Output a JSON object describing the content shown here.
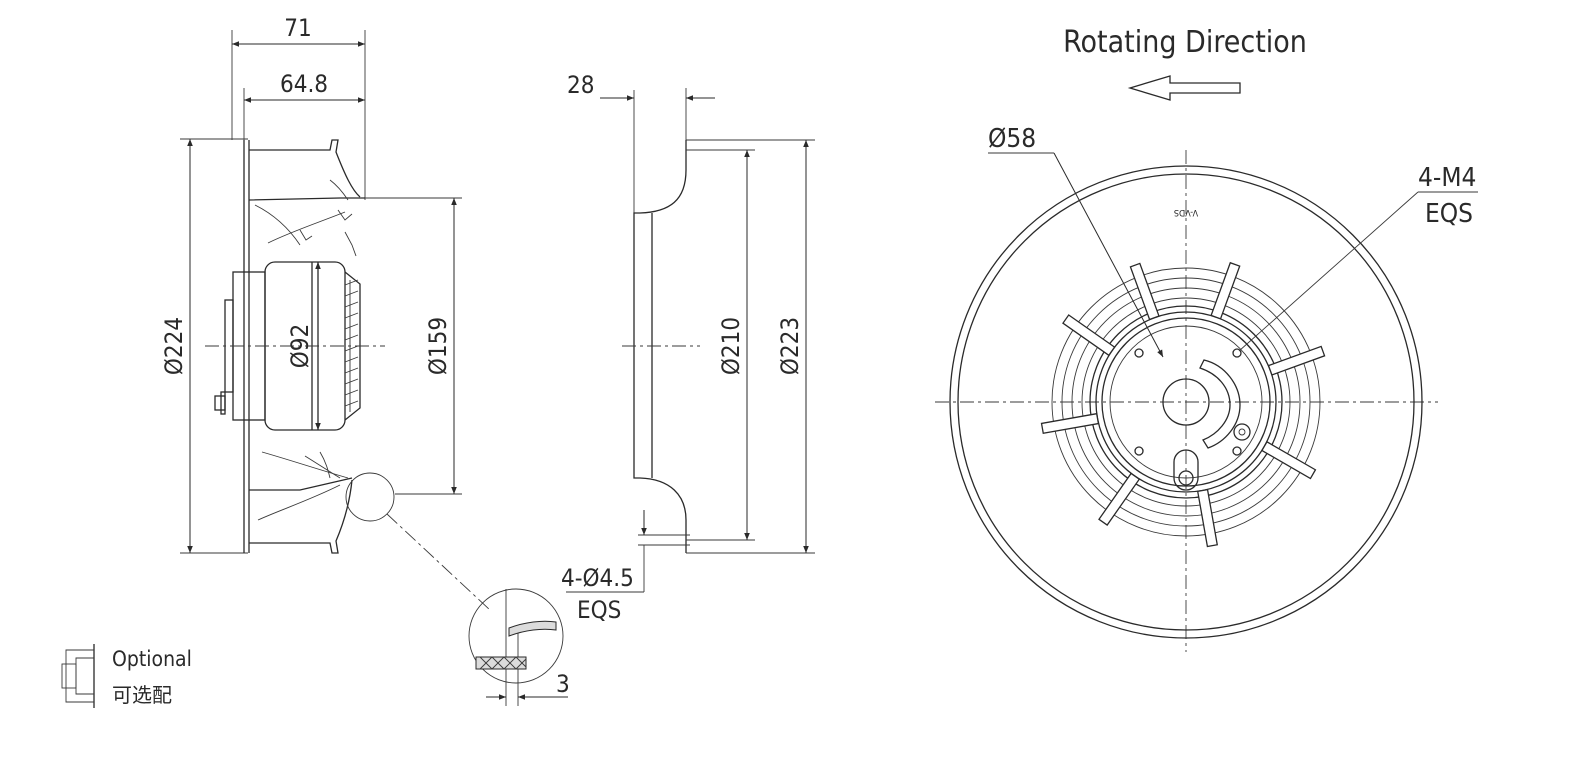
{
  "side_view": {
    "dim_overall_depth": "71",
    "dim_impeller_depth": "64.8",
    "dim_outer_diameter": "Ø224",
    "dim_motor_diameter": "Ø92",
    "dim_inlet_diameter": "Ø159"
  },
  "inlet_ring": {
    "dim_depth": "28",
    "dim_bolt_circle": "Ø210",
    "dim_flange_diameter": "Ø223",
    "holes_label": "4-Ø4.5",
    "holes_eqs": "EQS"
  },
  "detail": {
    "dim_thickness": "3"
  },
  "legend": {
    "optional_en": "Optional",
    "optional_cn": "可选配"
  },
  "front_view": {
    "direction_label": "Rotating Direction",
    "dim_hub_diameter": "Ø58",
    "thread_label": "4-M4",
    "thread_eqs": "EQS",
    "hub_marking": "V-VDS"
  }
}
